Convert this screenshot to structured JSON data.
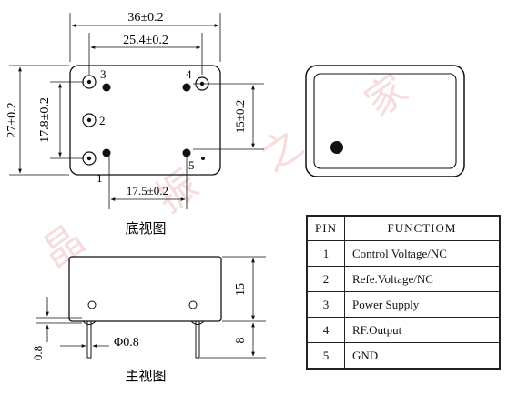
{
  "dimensions": {
    "overall_width": "36±0.2",
    "pin_pitch_width": "25.4±0.2",
    "overall_height": "27±0.2",
    "pin_pitch_height": "17.8±0.2",
    "right_pin_spacing": "15±0.2",
    "bottom_pin_spacing": "17.5±0.2",
    "body_height": "15",
    "lead_length": "8",
    "lead_diameter": "Φ0.8",
    "standoff": "0.8"
  },
  "pin_labels": [
    "1",
    "2",
    "3",
    "4",
    "5"
  ],
  "captions": {
    "bottom_view": "底视图",
    "front_view": "主视图"
  },
  "watermark": [
    "晶",
    "振",
    "之",
    "家"
  ],
  "pin_table": {
    "headers": [
      "PIN",
      "FUNCTIOM"
    ],
    "rows": [
      {
        "pin": "1",
        "function": "Control Voltage/NC"
      },
      {
        "pin": "2",
        "function": "Refe.Voltage/NC"
      },
      {
        "pin": "3",
        "function": "Power Supply"
      },
      {
        "pin": "4",
        "function": "RF.Output"
      },
      {
        "pin": "5",
        "function": "GND"
      }
    ]
  }
}
